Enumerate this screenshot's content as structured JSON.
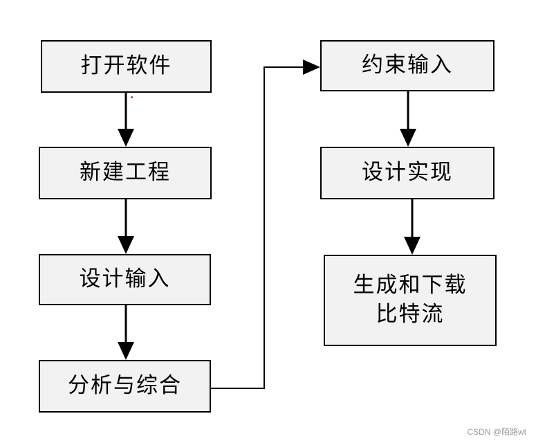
{
  "diagram": {
    "left_column": [
      {
        "id": "open-software",
        "label": "打开软件"
      },
      {
        "id": "new-project",
        "label": "新建工程"
      },
      {
        "id": "design-input",
        "label": "设计输入"
      },
      {
        "id": "analysis-synthesis",
        "label": "分析与综合"
      }
    ],
    "right_column": [
      {
        "id": "constraint-input",
        "label": "约束输入"
      },
      {
        "id": "design-implementation",
        "label": "设计实现"
      },
      {
        "id": "generate-download",
        "label_line1": "生成和下载",
        "label_line2": "比特流"
      }
    ],
    "edges": [
      {
        "from": "open-software",
        "to": "new-project"
      },
      {
        "from": "new-project",
        "to": "design-input"
      },
      {
        "from": "design-input",
        "to": "analysis-synthesis"
      },
      {
        "from": "analysis-synthesis",
        "to": "constraint-input"
      },
      {
        "from": "constraint-input",
        "to": "design-implementation"
      },
      {
        "from": "design-implementation",
        "to": "generate-download"
      }
    ]
  },
  "watermark": "CSDN @陌路wt",
  "colors": {
    "box_fill": "#f2f2f2",
    "stroke": "#000000"
  }
}
